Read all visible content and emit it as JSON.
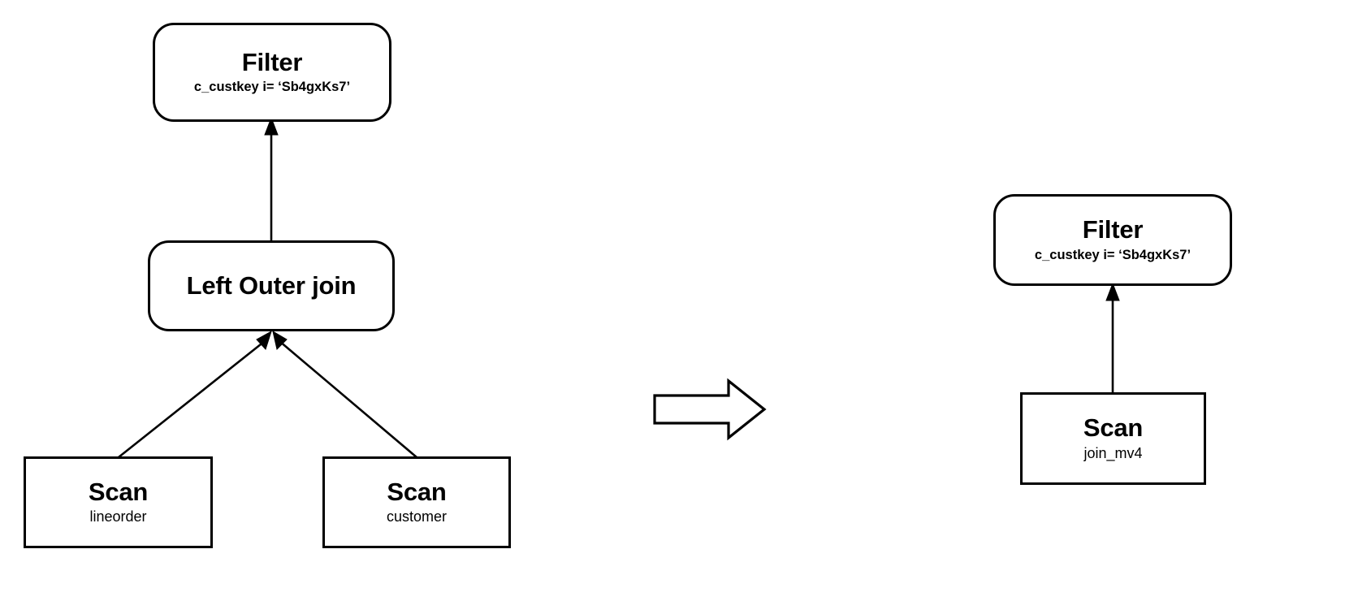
{
  "diagram": {
    "type": "query-plan-rewrite",
    "left_plan": {
      "filter": {
        "title": "Filter",
        "condition": "c_custkey i= ‘Sb4gxKs7’"
      },
      "join": {
        "title": "Left Outer join"
      },
      "scan_left": {
        "title": "Scan",
        "table": "lineorder"
      },
      "scan_right": {
        "title": "Scan",
        "table": "customer"
      }
    },
    "transform_arrow": {
      "icon": "right-block-arrow-icon",
      "direction": "right"
    },
    "right_plan": {
      "filter": {
        "title": "Filter",
        "condition": "c_custkey i= ‘Sb4gxKs7’"
      },
      "scan": {
        "title": "Scan",
        "table": "join_mv4"
      }
    },
    "colors": {
      "stroke": "#000000",
      "fill": "#ffffff",
      "text": "#000000"
    }
  }
}
